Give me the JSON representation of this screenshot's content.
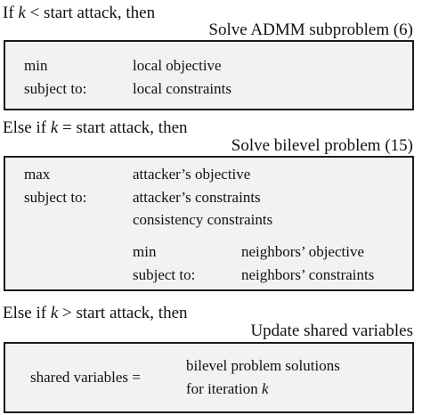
{
  "block1": {
    "condition_prefix": "If ",
    "var": "k",
    "condition_suffix": " < start attack, then",
    "caption": "Solve ADMM subproblem (6)",
    "rows": [
      {
        "label": "min",
        "value": "local objective"
      },
      {
        "label": "subject to:",
        "value": "local constraints"
      }
    ]
  },
  "block2": {
    "condition_prefix": "Else if ",
    "var": "k",
    "condition_suffix": " = start attack, then",
    "caption": "Solve bilevel problem (15)",
    "rows": [
      {
        "label": "max",
        "value": "attacker’s objective"
      },
      {
        "label": "subject to:",
        "value": "attacker’s constraints"
      },
      {
        "label": "",
        "value": "consistency constraints"
      }
    ],
    "inner_rows": [
      {
        "label": "min",
        "value": "neighbors’ objective"
      },
      {
        "label": "subject to:",
        "value": "neighbors’ constraints"
      }
    ]
  },
  "block3": {
    "condition_prefix": "Else if ",
    "var": "k",
    "condition_suffix": " > start attack, then",
    "caption": "Update shared variables",
    "lhs": "shared variables =",
    "rhs_line1": "bilevel problem solutions",
    "rhs_line2_prefix": "for iteration ",
    "rhs_line2_var": "k"
  }
}
